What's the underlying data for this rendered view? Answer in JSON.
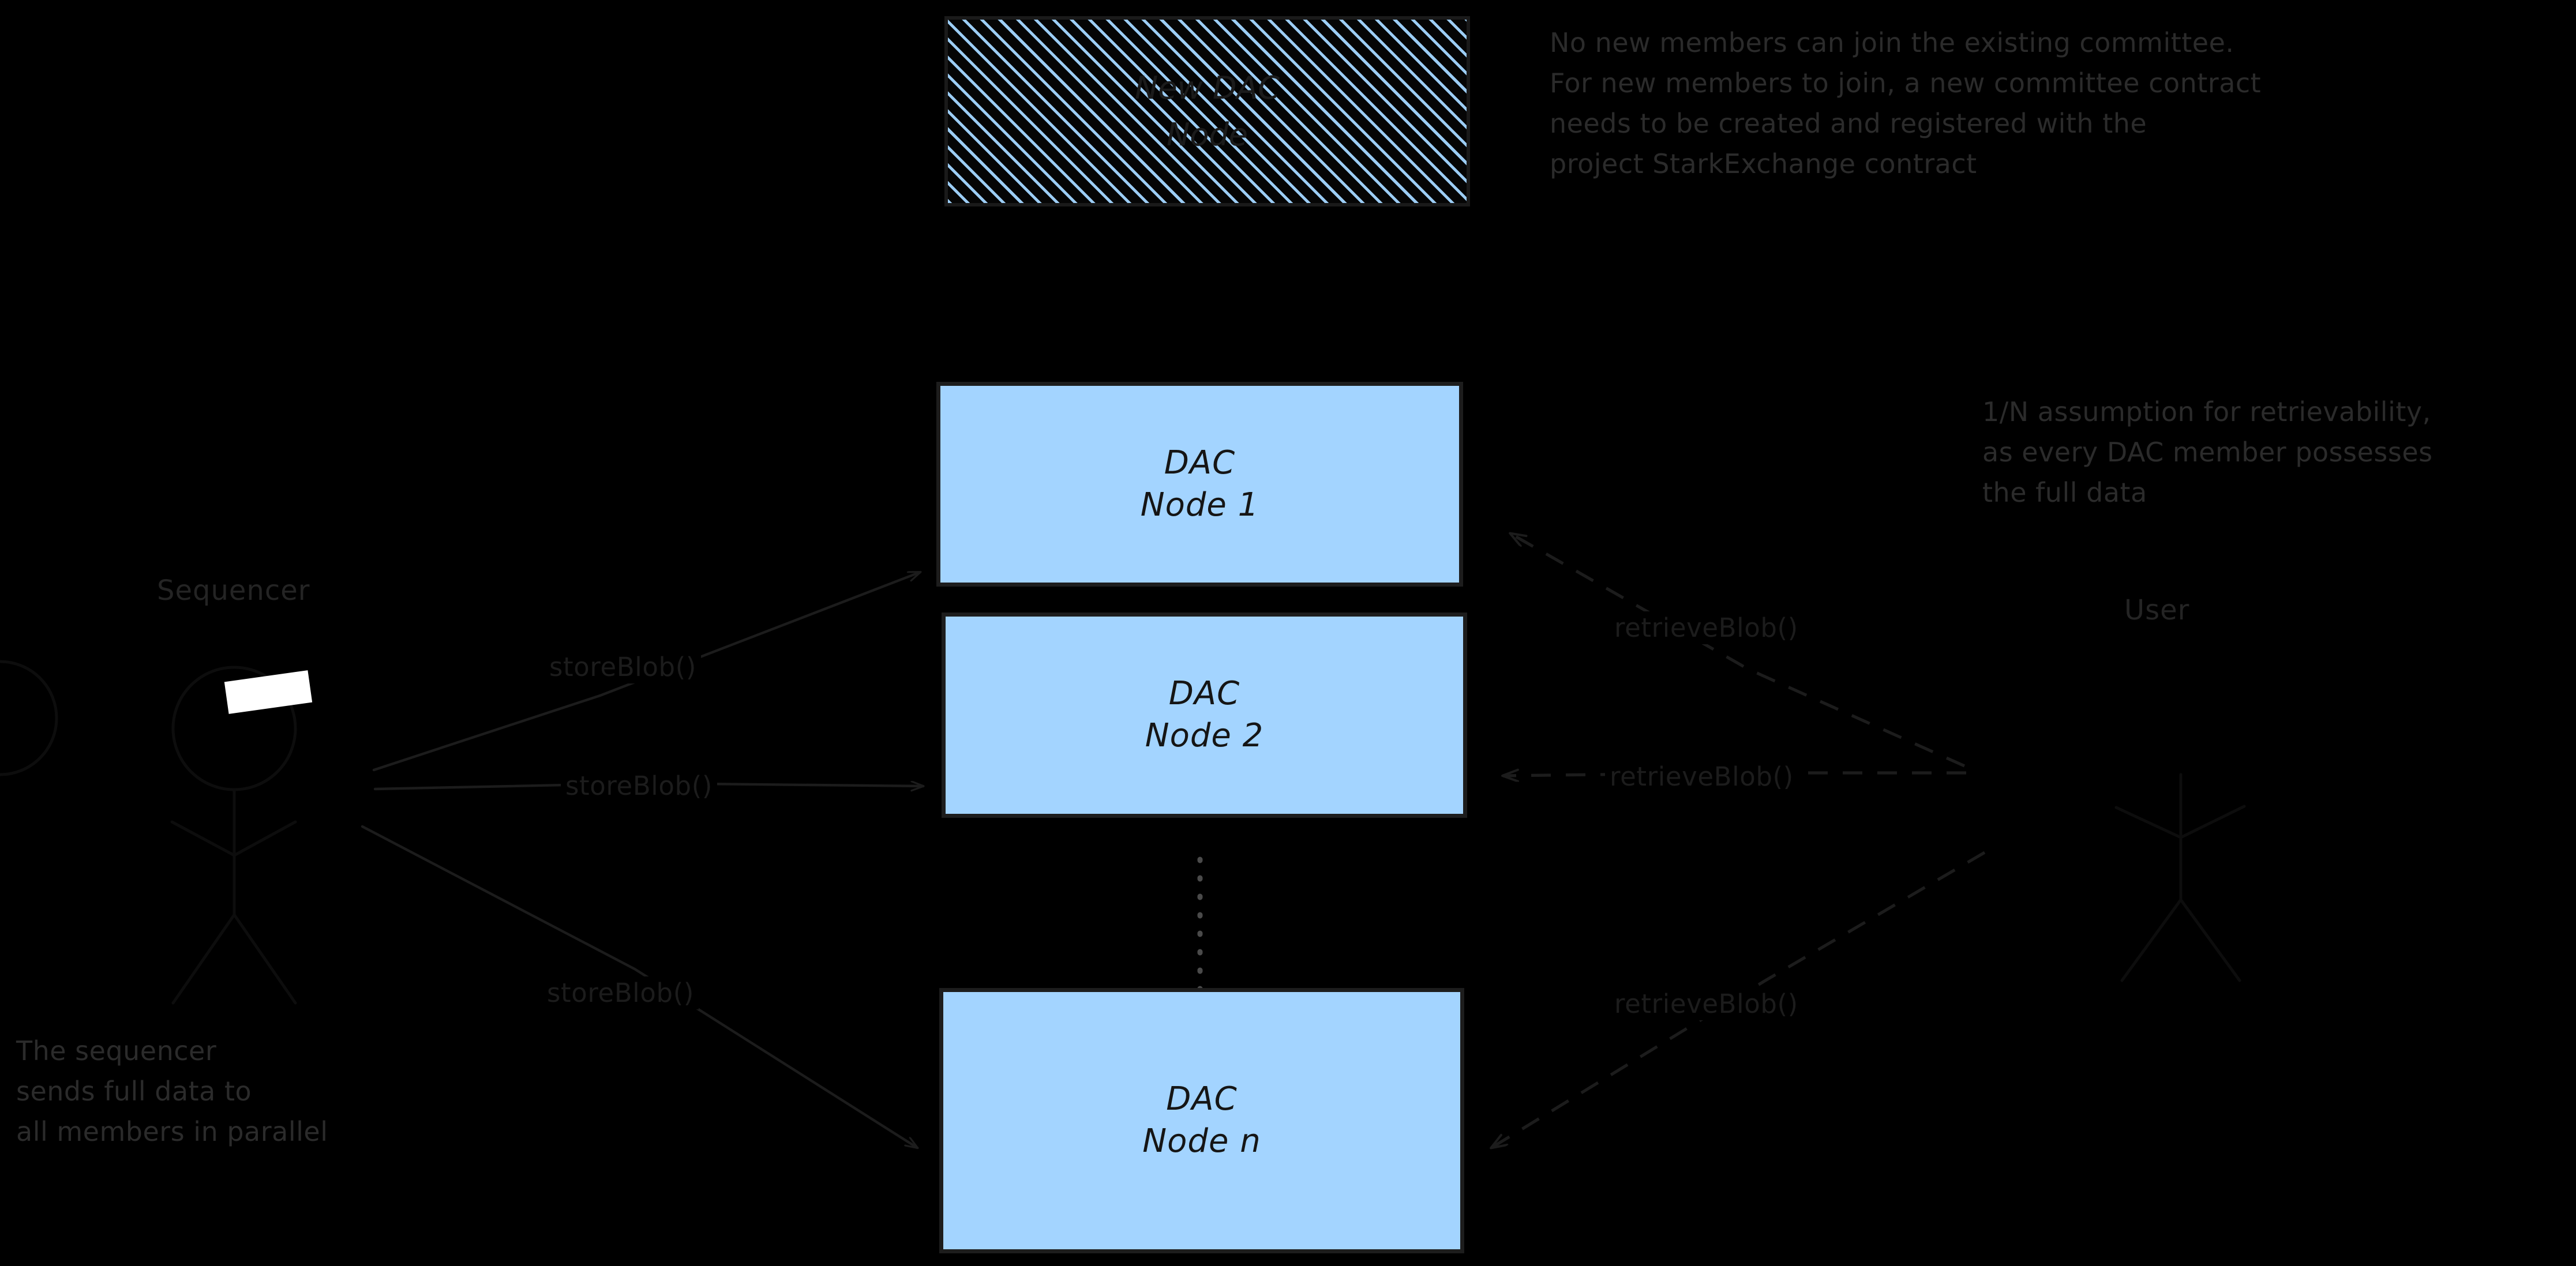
{
  "diagram": {
    "title_absent": true,
    "background_color": "#000000",
    "node_fill_color": "#a3d4ff",
    "node_border_color": "#1d1d1d",
    "hatch_stripe_color": "#9ccdf5",
    "text_color": "#1c1c1c",
    "annotation_color": "#2b2b2b"
  },
  "actors": {
    "sequencer": {
      "label": "Sequencer"
    },
    "user": {
      "label": "User"
    }
  },
  "nodes": [
    {
      "id": "new-dac-node",
      "line1": "New DAC",
      "line2": "Node",
      "style": "hatched"
    },
    {
      "id": "dac-node-1",
      "line1": "DAC",
      "line2": "Node 1",
      "style": "filled"
    },
    {
      "id": "dac-node-2",
      "line1": "DAC",
      "line2": "Node 2",
      "style": "filled"
    },
    {
      "id": "dac-node-n",
      "line1": "DAC",
      "line2": "Node n",
      "style": "filled"
    }
  ],
  "edges": {
    "store_1": {
      "label": "storeBlob()",
      "from": "sequencer",
      "to": "dac-node-1",
      "style": "solid"
    },
    "store_2": {
      "label": "storeBlob()",
      "from": "sequencer",
      "to": "dac-node-2",
      "style": "solid"
    },
    "store_n": {
      "label": "storeBlob()",
      "from": "sequencer",
      "to": "dac-node-n",
      "style": "solid"
    },
    "retrieve_1": {
      "label": "retrieveBlob()",
      "from": "user",
      "to": "dac-node-1",
      "style": "dashed"
    },
    "retrieve_2": {
      "label": "retrieveBlob()",
      "from": "user",
      "to": "dac-node-2",
      "style": "dashed"
    },
    "retrieve_n": {
      "label": "retrieveBlob()",
      "from": "user",
      "to": "dac-node-n",
      "style": "dashed"
    }
  },
  "annotations": {
    "committee": "No new members can join the existing committee.\nFor new members to join, a new committee contract\nneeds to be created and registered with the\nproject StarkExchange contract",
    "retrievability": "1/N assumption for retrievability,\nas every DAC member possesses\nthe full data",
    "sequencer_note": "The sequencer\nsends full data to\nall members in parallel"
  }
}
